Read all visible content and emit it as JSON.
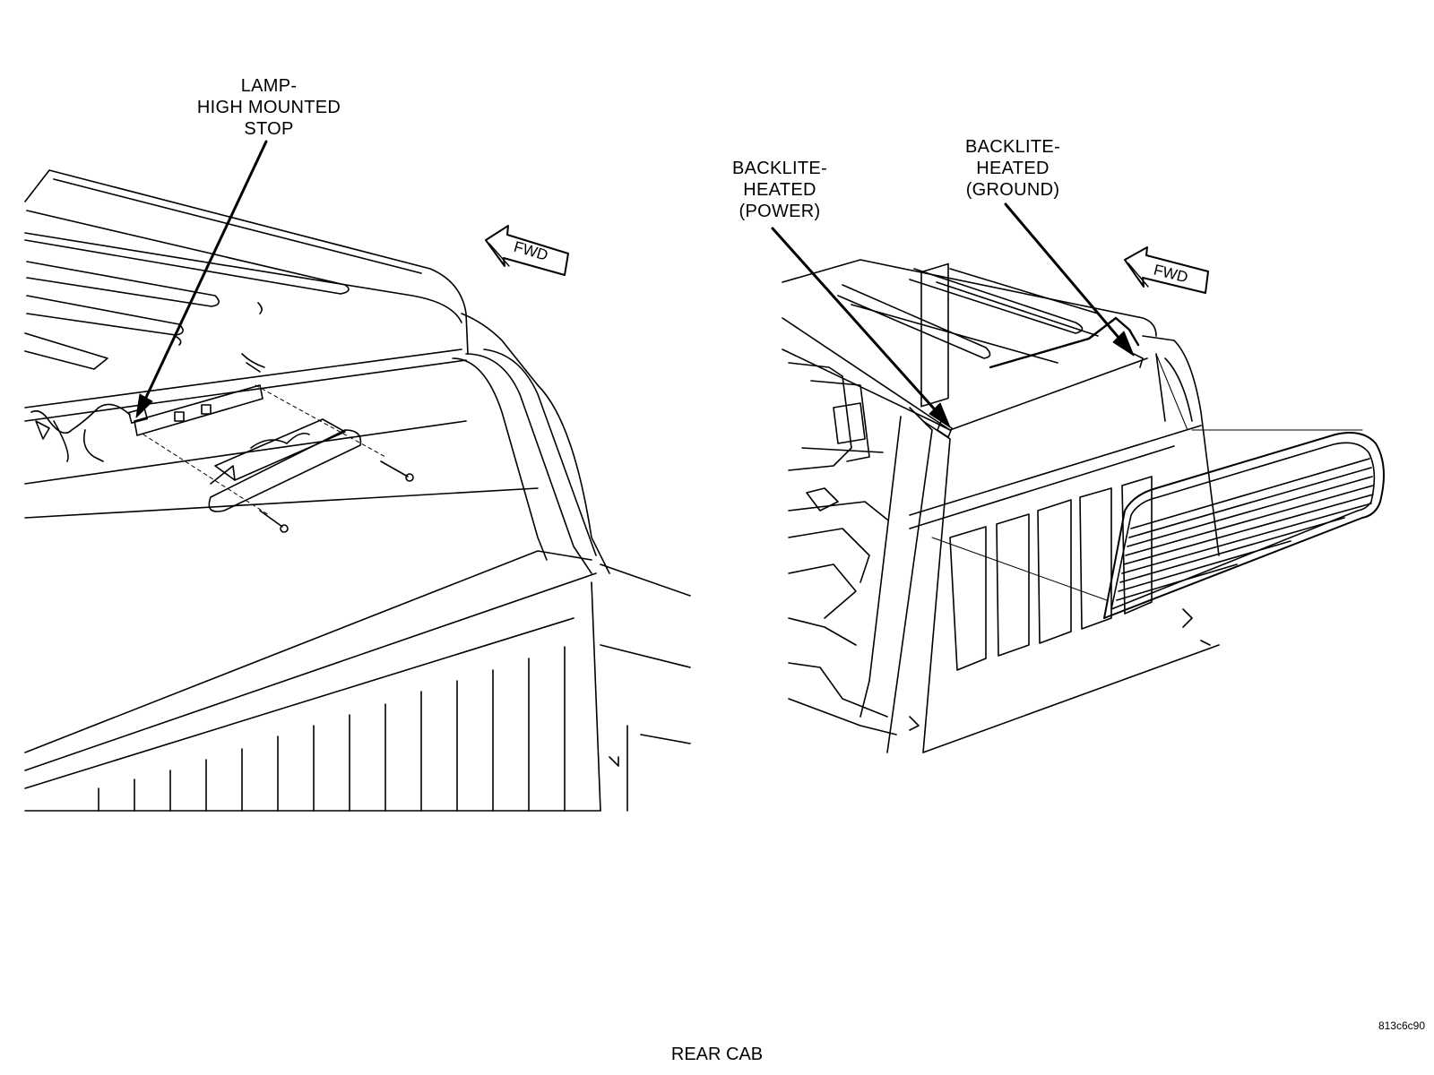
{
  "figure": {
    "caption": "REAR CAB",
    "figure_id": "813c6c90"
  },
  "callouts": {
    "lamp": [
      "LAMP-",
      "HIGH MOUNTED",
      "STOP"
    ],
    "backlite_power": [
      "BACKLITE-",
      "HEATED",
      "(POWER)"
    ],
    "backlite_ground": [
      "BACKLITE-",
      "HEATED",
      "(GROUND)"
    ]
  },
  "direction_indicators": {
    "left_view": "FWD",
    "right_view": "FWD"
  },
  "colors": {
    "ink": "#000000",
    "paper": "#ffffff"
  }
}
